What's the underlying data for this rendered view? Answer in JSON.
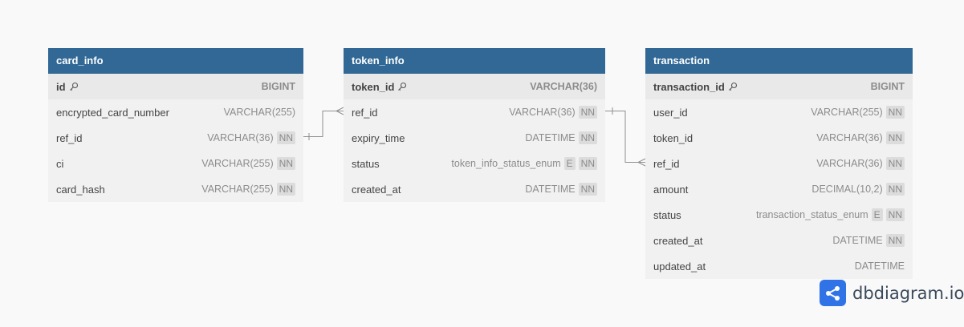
{
  "tables": [
    {
      "name": "card_info",
      "columns": [
        {
          "name": "id",
          "type": "BIGINT",
          "pk": true,
          "badges": []
        },
        {
          "name": "encrypted_card_number",
          "type": "VARCHAR(255)",
          "pk": false,
          "badges": []
        },
        {
          "name": "ref_id",
          "type": "VARCHAR(36)",
          "pk": false,
          "badges": [
            "NN"
          ]
        },
        {
          "name": "ci",
          "type": "VARCHAR(255)",
          "pk": false,
          "badges": [
            "NN"
          ]
        },
        {
          "name": "card_hash",
          "type": "VARCHAR(255)",
          "pk": false,
          "badges": [
            "NN"
          ]
        }
      ]
    },
    {
      "name": "token_info",
      "columns": [
        {
          "name": "token_id",
          "type": "VARCHAR(36)",
          "pk": true,
          "badges": []
        },
        {
          "name": "ref_id",
          "type": "VARCHAR(36)",
          "pk": false,
          "badges": [
            "NN"
          ]
        },
        {
          "name": "expiry_time",
          "type": "DATETIME",
          "pk": false,
          "badges": [
            "NN"
          ]
        },
        {
          "name": "status",
          "type": "token_info_status_enum",
          "pk": false,
          "badges": [
            "E",
            "NN"
          ]
        },
        {
          "name": "created_at",
          "type": "DATETIME",
          "pk": false,
          "badges": [
            "NN"
          ]
        }
      ]
    },
    {
      "name": "transaction",
      "columns": [
        {
          "name": "transaction_id",
          "type": "BIGINT",
          "pk": true,
          "badges": []
        },
        {
          "name": "user_id",
          "type": "VARCHAR(255)",
          "pk": false,
          "badges": [
            "NN"
          ]
        },
        {
          "name": "token_id",
          "type": "VARCHAR(36)",
          "pk": false,
          "badges": [
            "NN"
          ]
        },
        {
          "name": "ref_id",
          "type": "VARCHAR(36)",
          "pk": false,
          "badges": [
            "NN"
          ]
        },
        {
          "name": "amount",
          "type": "DECIMAL(10,2)",
          "pk": false,
          "badges": [
            "NN"
          ]
        },
        {
          "name": "status",
          "type": "transaction_status_enum",
          "pk": false,
          "badges": [
            "E",
            "NN"
          ]
        },
        {
          "name": "created_at",
          "type": "DATETIME",
          "pk": false,
          "badges": [
            "NN"
          ]
        },
        {
          "name": "updated_at",
          "type": "DATETIME",
          "pk": false,
          "badges": []
        }
      ]
    }
  ],
  "relationships": [
    {
      "from": "card_info.ref_id",
      "to": "token_info.ref_id",
      "from_end": "one",
      "to_end": "many"
    },
    {
      "from": "token_info.ref_id",
      "to": "transaction.ref_id",
      "from_end": "one",
      "to_end": "many"
    }
  ],
  "brand": {
    "name": "dbdiagram.io",
    "icon": "share-icon"
  },
  "colors": {
    "header": "#316896",
    "logo": "#2f73e6"
  }
}
